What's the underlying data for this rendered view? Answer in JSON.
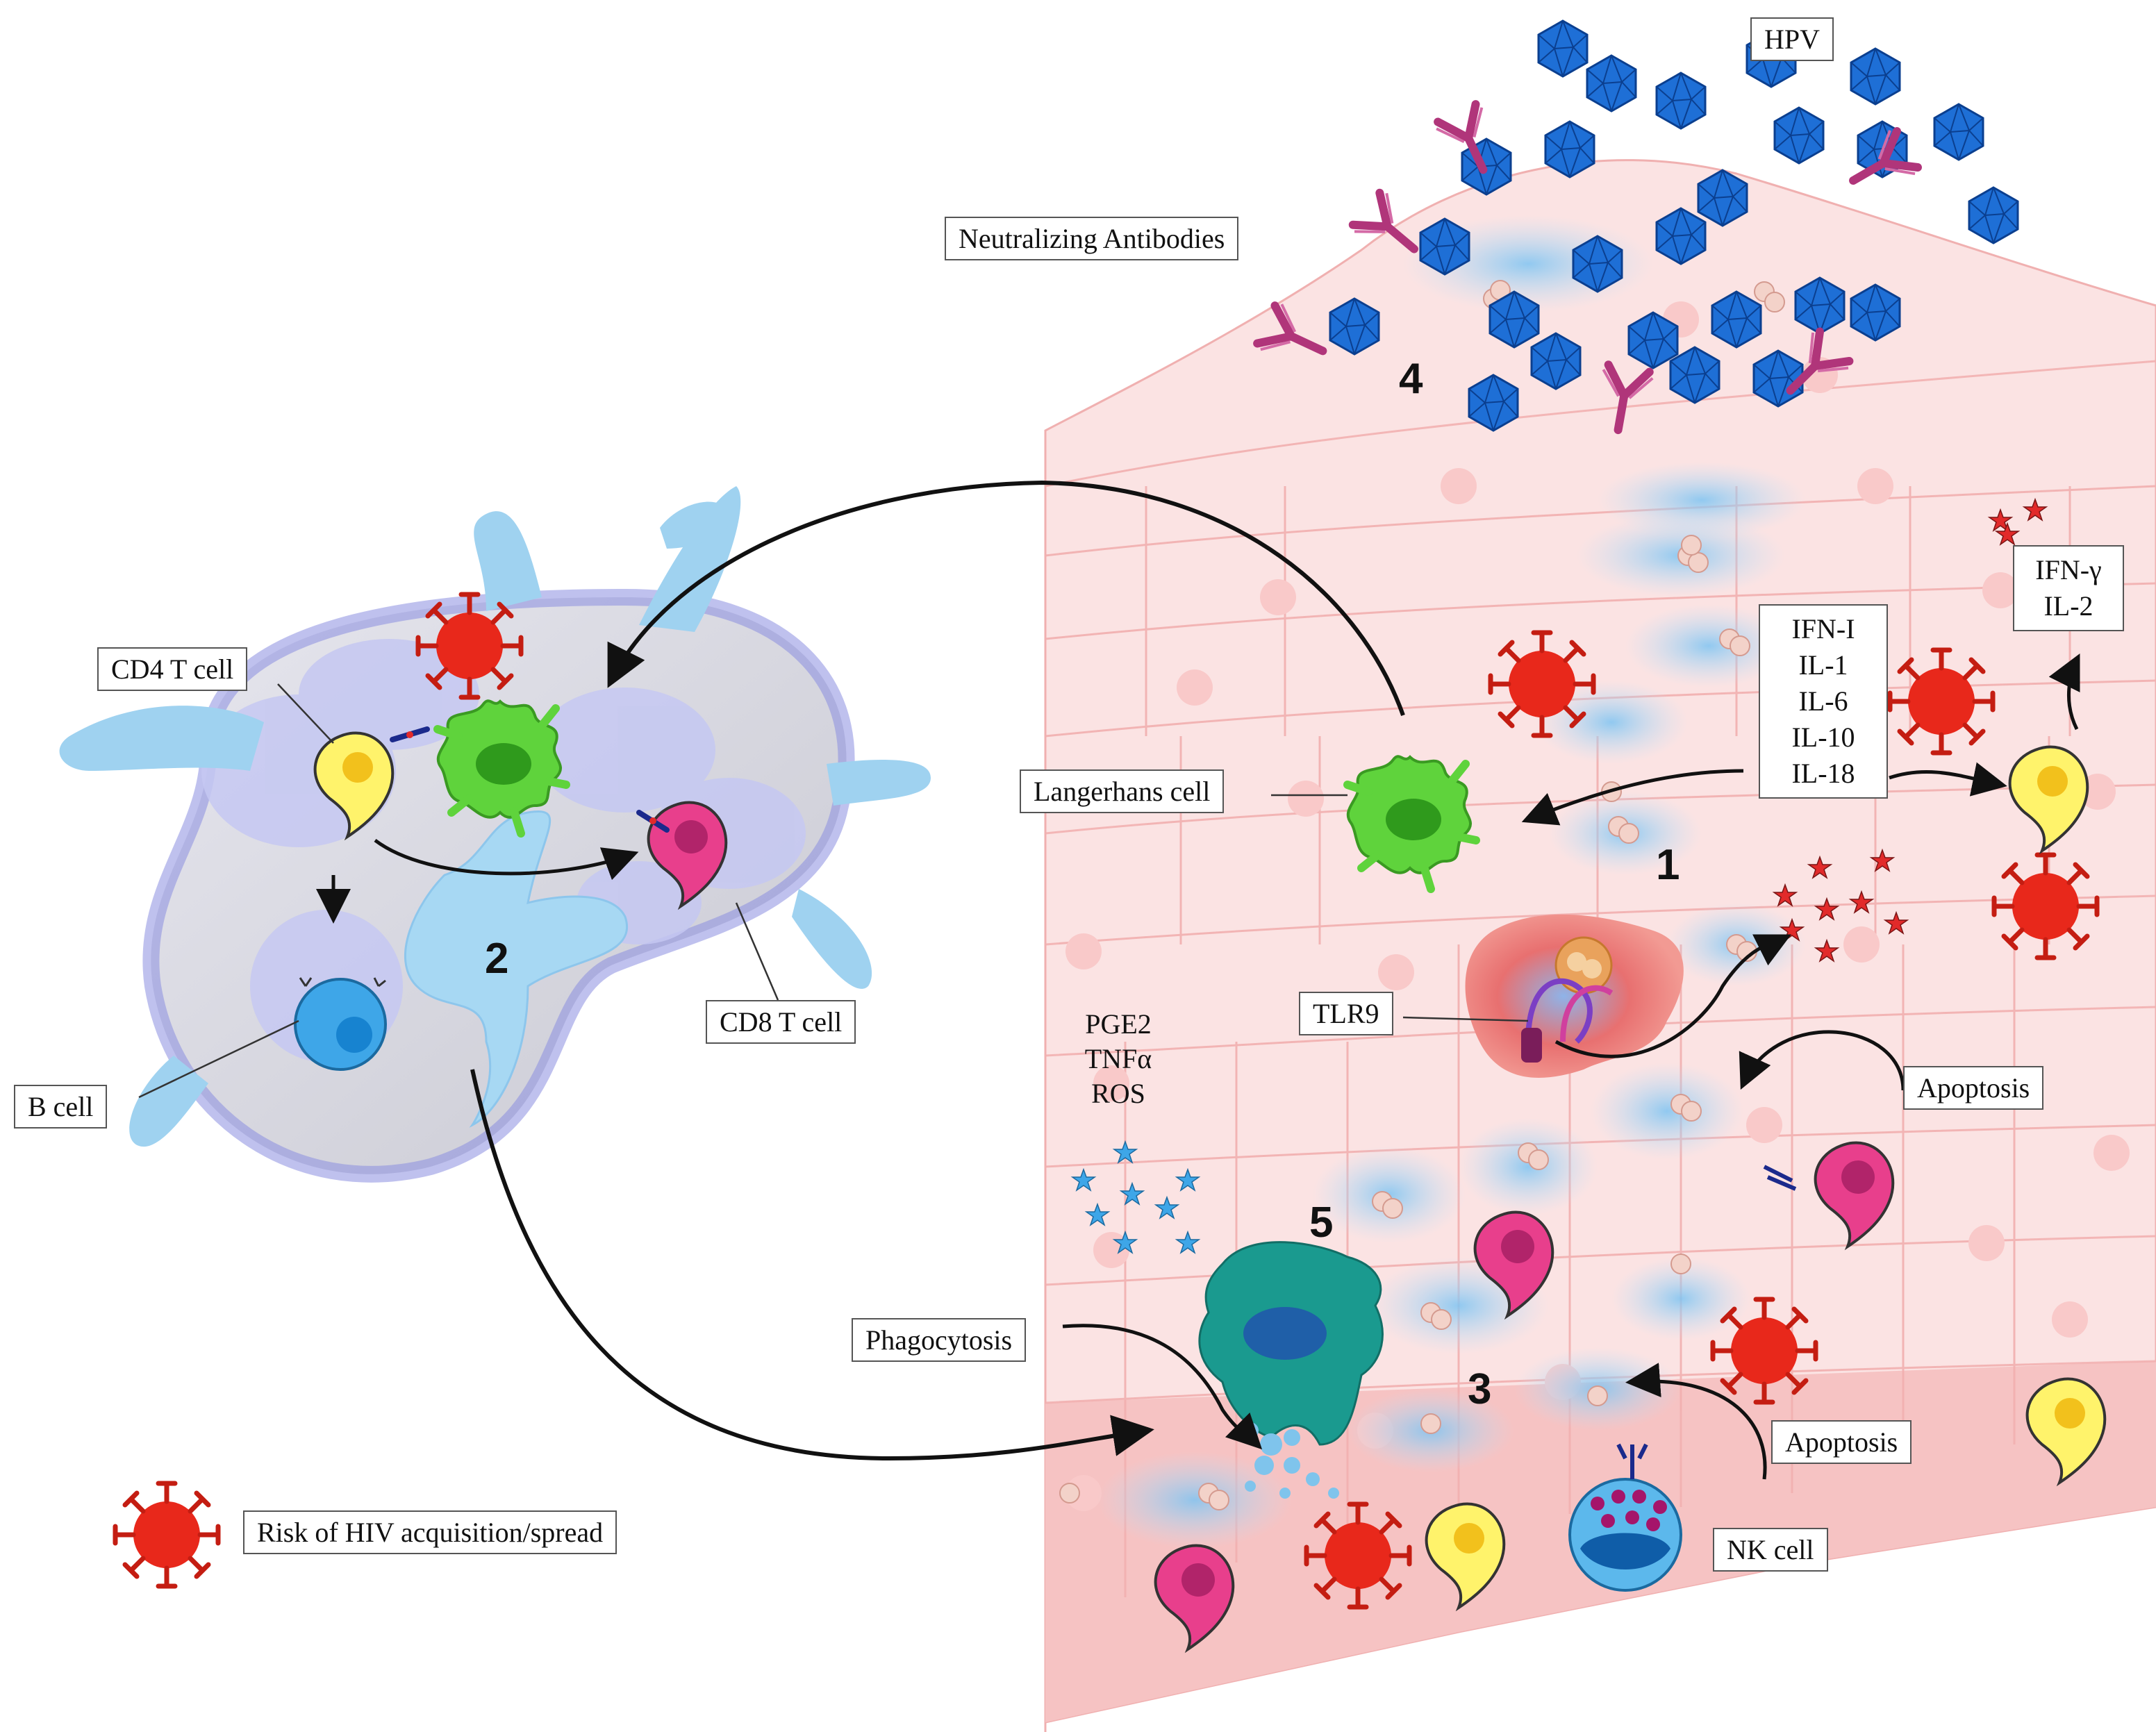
{
  "labels": {
    "hpv": "HPV",
    "neutralizing_antibodies": "Neutralizing Antibodies",
    "cd4_t_cell": "CD4 T cell",
    "cd8_t_cell": "CD8 T cell",
    "b_cell": "B cell",
    "langerhans_cell": "Langerhans cell",
    "tlr9": "TLR9",
    "apoptosis_upper": "Apoptosis",
    "apoptosis_lower": "Apoptosis",
    "phagocytosis": "Phagocytosis",
    "nk_cell": "NK cell",
    "risk_legend": "Risk of HIV acquisition/spread"
  },
  "cytokines_center": [
    "IFN-I",
    "IL-1",
    "IL-6",
    "IL-10",
    "IL-18"
  ],
  "cytokines_right": [
    "IFN-γ",
    "IL-2"
  ],
  "mediators": [
    "PGE2",
    "TNFα",
    "ROS"
  ],
  "step_numbers": {
    "s1": "1",
    "s2": "2",
    "s3": "3",
    "s4": "4",
    "s5": "5"
  },
  "colors": {
    "hiv_virus": "#e8281b",
    "hpv_virion": "#1e6fd6",
    "antibody": "#b0357a",
    "langerhans": "#5fd33c",
    "cd4_t": "#fff36b",
    "cd8_t": "#e83f8c",
    "b_cell": "#3ea6e8",
    "macrophage": "#1a9a8f",
    "lymph_node": "#c5c8f2",
    "epithelium": "#fbe3e3",
    "infected_cell": "#ef7c78"
  }
}
